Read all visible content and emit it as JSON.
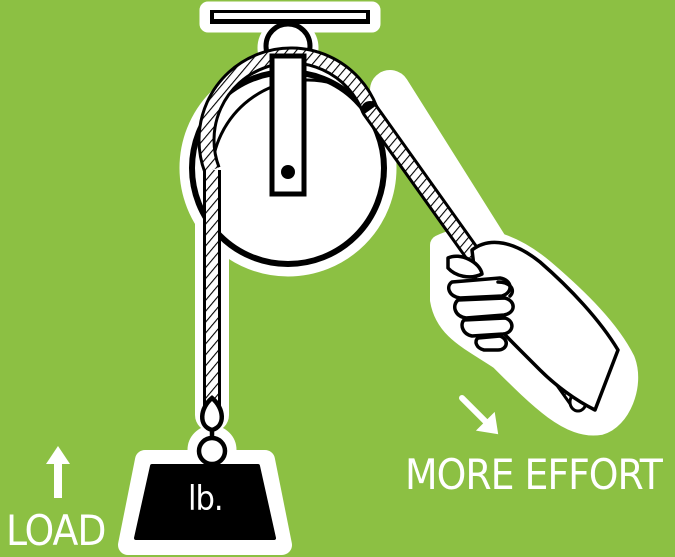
{
  "labels": {
    "load": "LOAD",
    "effort": "MORE EFFORT",
    "weight_unit": "lb."
  },
  "icons": {
    "load_arrow": "arrow-up-icon",
    "effort_arrow": "arrow-down-right-icon"
  },
  "colors": {
    "background": "#8cc043",
    "ink": "#000000",
    "paper": "#ffffff"
  }
}
